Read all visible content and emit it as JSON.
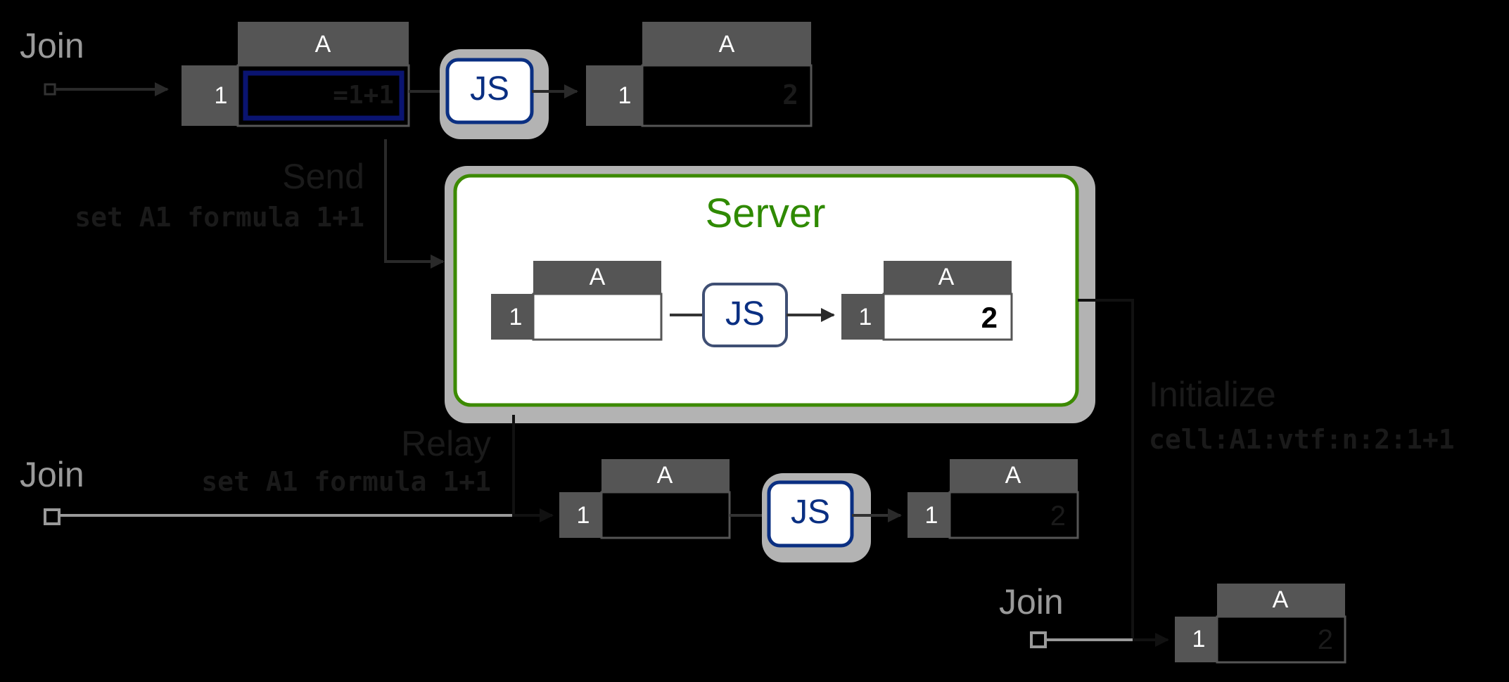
{
  "labels": {
    "join": "Join",
    "send": "Send",
    "send_command": "set A1 formula 1+1",
    "server": "Server",
    "relay": "Relay",
    "relay_command": "set A1 formula 1+1",
    "initialize": "Initialize",
    "initialize_command": "cell:A1:vtf:n:2:1+1"
  },
  "spreadsheet": {
    "column": "A",
    "row": "1",
    "formula": "=1+1",
    "result": "2"
  },
  "engine": "JS",
  "colors": {
    "background": "#000000",
    "header_gray": "#565656",
    "server_border": "#3c8a00",
    "server_title": "#2f8a00",
    "js_blue": "#0a2f82",
    "js_server_border": "#3f4f74",
    "selection_navy": "#0a1470",
    "halo_gray": "#b3b3b3",
    "dim_text": "#1a1a1a"
  }
}
